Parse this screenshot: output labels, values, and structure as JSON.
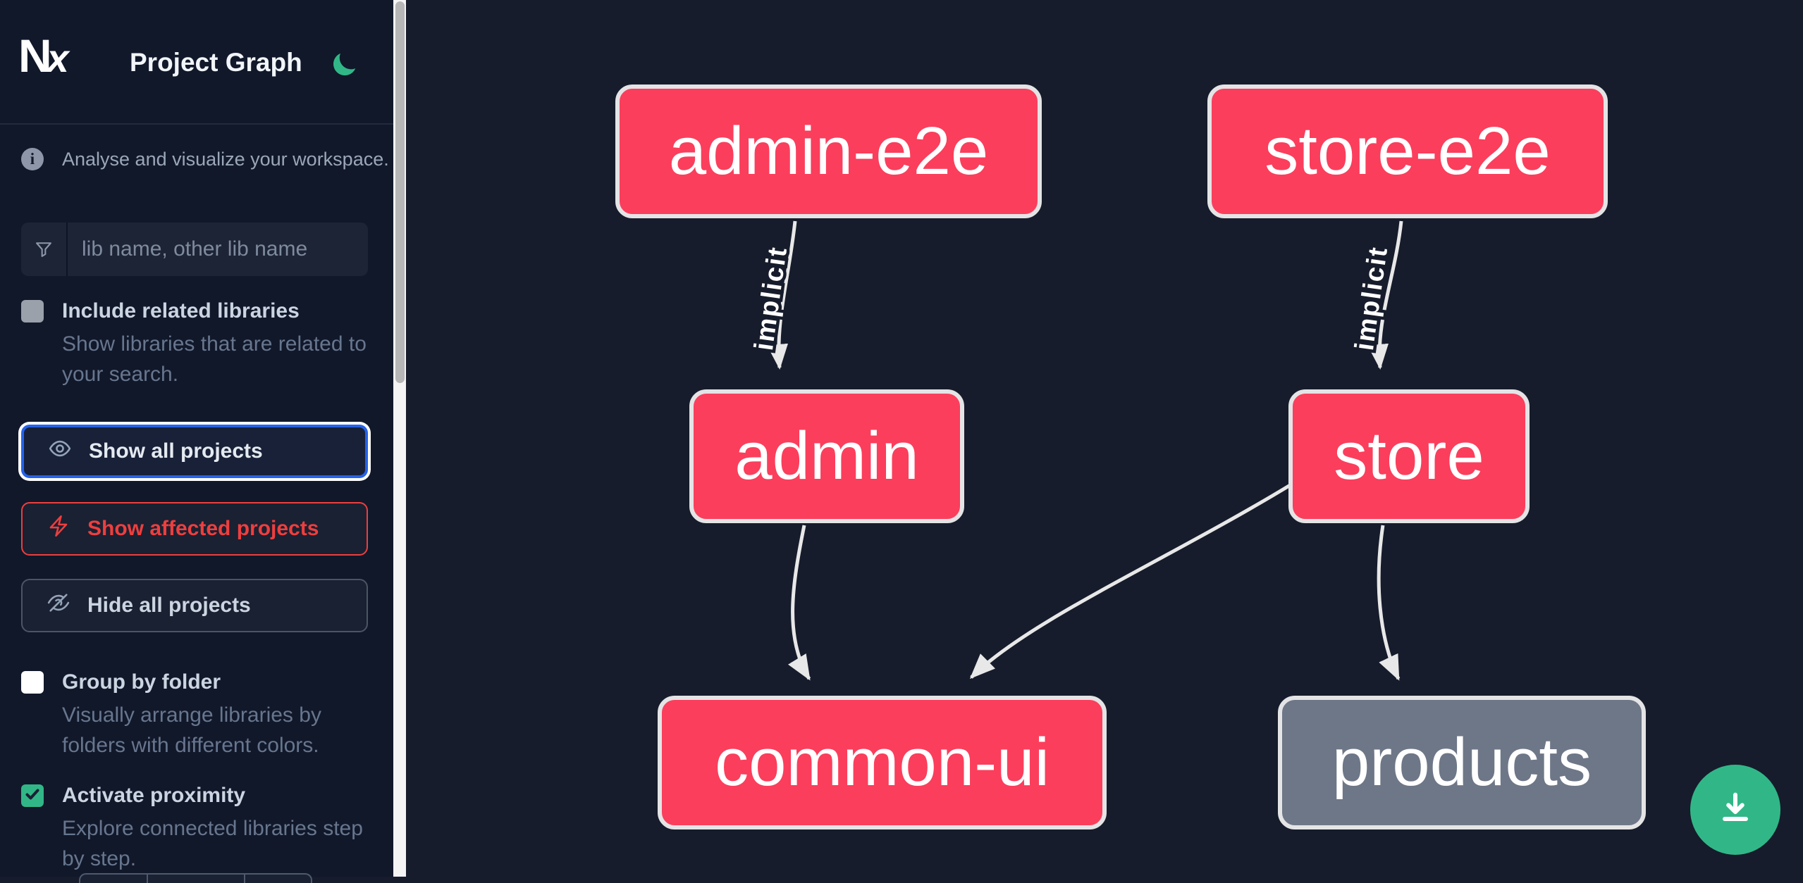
{
  "header": {
    "logo": "N",
    "logo_x": "x",
    "title": "Project Graph",
    "theme_icon": "moon-icon"
  },
  "sidebar": {
    "tagline": "Analyse and visualize your workspace.",
    "search_placeholder": "lib name, other lib name",
    "include_related": {
      "label": "Include related libraries",
      "description": "Show libraries that are related to your search.",
      "checked": false
    },
    "actions": {
      "show_all": "Show all projects",
      "show_affected": "Show affected projects",
      "hide_all": "Hide all projects"
    },
    "group_by_folder": {
      "label": "Group by folder",
      "description": "Visually arrange libraries by folders with different colors.",
      "checked": false
    },
    "activate_proximity": {
      "label": "Activate proximity",
      "description": "Explore connected libraries step by step.",
      "checked": true
    }
  },
  "graph": {
    "nodes": [
      {
        "label": "admin-e2e",
        "status": "affected"
      },
      {
        "label": "store-e2e",
        "status": "affected"
      },
      {
        "label": "admin",
        "status": "affected"
      },
      {
        "label": "store",
        "status": "affected"
      },
      {
        "label": "common-ui",
        "status": "affected"
      },
      {
        "label": "products",
        "status": "unaffected"
      }
    ],
    "edges": [
      {
        "from": "admin-e2e",
        "to": "admin",
        "label": "implicit"
      },
      {
        "from": "store-e2e",
        "to": "store",
        "label": "implicit"
      },
      {
        "from": "admin",
        "to": "common-ui",
        "label": ""
      },
      {
        "from": "store",
        "to": "common-ui",
        "label": ""
      },
      {
        "from": "store",
        "to": "products",
        "label": ""
      }
    ]
  },
  "fab": {
    "icon": "download-icon"
  },
  "colors": {
    "accent_green": "#31b787",
    "node_affected_pink": "#fb3e5c",
    "node_unaffected_gray": "#6e7787",
    "focus_blue": "#2663eb",
    "alert_red": "#ee3e3e",
    "edge_gray": "#e8e8e8"
  }
}
